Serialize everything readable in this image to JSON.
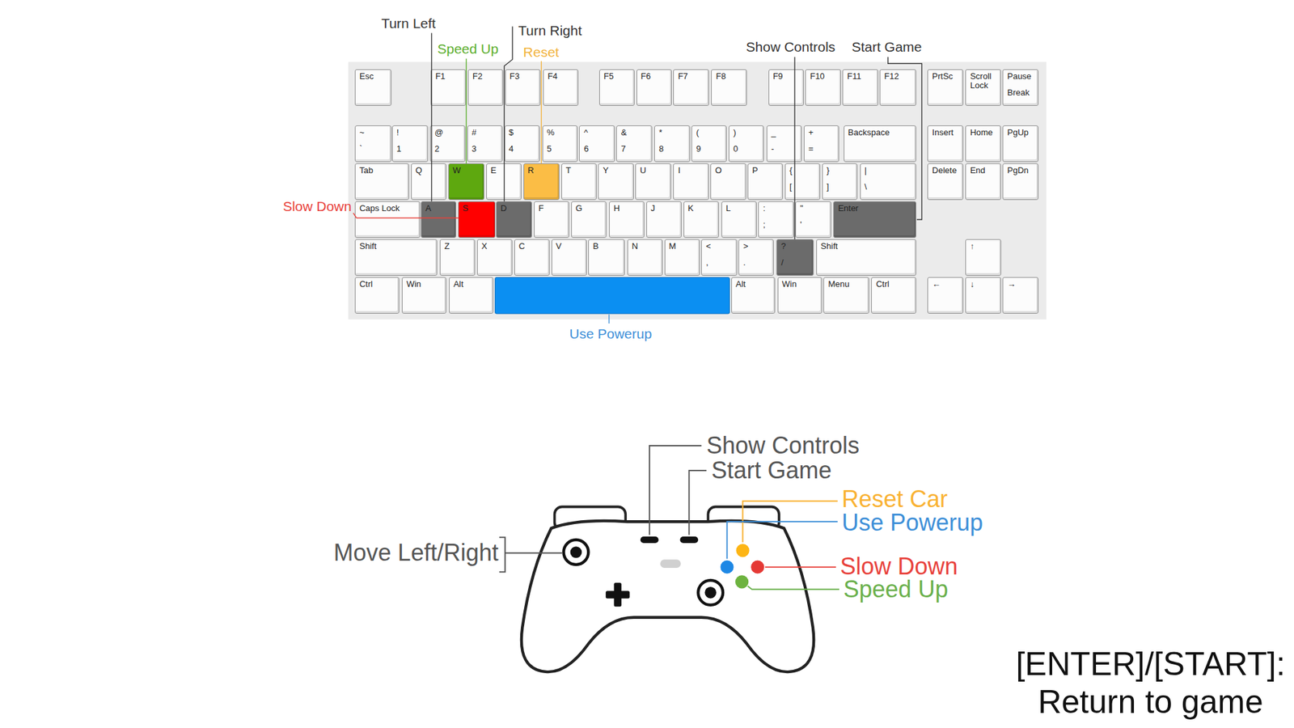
{
  "diagram": {
    "nodes": [
      {
        "text": [
          "Esc"
        ]
      },
      {
        "text": [
          "F1"
        ]
      },
      {
        "text": [
          "F2"
        ]
      },
      {
        "text": [
          "F3"
        ]
      },
      {
        "text": [
          "F4"
        ]
      },
      {
        "text": [
          "F5"
        ]
      },
      {
        "text": [
          "F6"
        ]
      },
      {
        "text": [
          "F7"
        ]
      },
      {
        "text": [
          "F8"
        ]
      },
      {
        "text": [
          "F9"
        ]
      },
      {
        "text": [
          "F10"
        ]
      },
      {
        "text": [
          "F11"
        ]
      },
      {
        "text": [
          "F12"
        ]
      },
      {
        "text": [
          "PrtSc"
        ]
      },
      {
        "text": [
          "Scroll Lock"
        ]
      },
      {
        "text": [
          "Pause",
          "Break"
        ]
      },
      {
        "text": [
          "~",
          "`"
        ]
      },
      {
        "text": [
          "!",
          "1"
        ]
      },
      {
        "text": [
          "@",
          "2"
        ]
      },
      {
        "text": [
          "#",
          "3"
        ]
      },
      {
        "text": [
          "$",
          "4"
        ]
      },
      {
        "text": [
          "%",
          "5"
        ]
      },
      {
        "text": [
          "^",
          "6"
        ]
      },
      {
        "text": [
          "&",
          "7"
        ]
      },
      {
        "text": [
          "*",
          "8"
        ]
      },
      {
        "text": [
          "(",
          "9"
        ]
      },
      {
        "text": [
          ")",
          "0"
        ]
      },
      {
        "text": [
          "_",
          "-"
        ]
      },
      {
        "text": [
          "+",
          "="
        ]
      },
      {
        "text": [
          "Backspace"
        ]
      },
      {
        "text": [
          "Insert"
        ]
      },
      {
        "text": [
          "Home"
        ]
      },
      {
        "text": [
          "PgUp"
        ]
      },
      {
        "text": [
          "Tab"
        ]
      },
      {
        "text": [
          "Q"
        ]
      },
      {
        "text": [
          "W"
        ]
      },
      {
        "text": [
          "E"
        ]
      },
      {
        "text": [
          "R"
        ]
      },
      {
        "text": [
          "T"
        ]
      },
      {
        "text": [
          "Y"
        ]
      },
      {
        "text": [
          "U"
        ]
      },
      {
        "text": [
          "I"
        ]
      },
      {
        "text": [
          "O"
        ]
      },
      {
        "text": [
          "P"
        ]
      },
      {
        "text": [
          "{",
          "["
        ]
      },
      {
        "text": [
          "}",
          "]"
        ]
      },
      {
        "text": [
          "|",
          "\\"
        ]
      },
      {
        "text": [
          "Delete"
        ]
      },
      {
        "text": [
          "End"
        ]
      },
      {
        "text": [
          "PgDn"
        ]
      },
      {
        "text": [
          "Caps Lock"
        ]
      },
      {
        "text": [
          "A"
        ]
      },
      {
        "text": [
          "S"
        ]
      },
      {
        "text": [
          "D"
        ]
      },
      {
        "text": [
          "F"
        ]
      },
      {
        "text": [
          "G"
        ]
      },
      {
        "text": [
          "H"
        ]
      },
      {
        "text": [
          "J"
        ]
      },
      {
        "text": [
          "K"
        ]
      },
      {
        "text": [
          "L"
        ]
      },
      {
        "text": [
          ":",
          ";"
        ]
      },
      {
        "text": [
          "\"",
          "'"
        ]
      },
      {
        "text": [
          "Enter"
        ]
      },
      {
        "text": [
          "Shift"
        ]
      },
      {
        "text": [
          "Z"
        ]
      },
      {
        "text": [
          "X"
        ]
      },
      {
        "text": [
          "C"
        ]
      },
      {
        "text": [
          "V"
        ]
      },
      {
        "text": [
          "B"
        ]
      },
      {
        "text": [
          "N"
        ]
      },
      {
        "text": [
          "M"
        ]
      },
      {
        "text": [
          "<",
          ","
        ]
      },
      {
        "text": [
          ">",
          "."
        ]
      },
      {
        "text": [
          "?",
          "/"
        ]
      },
      {
        "text": [
          "Shift"
        ]
      },
      {
        "text": [
          "↑"
        ]
      },
      {
        "text": [
          "Ctrl"
        ]
      },
      {
        "text": [
          "Win"
        ]
      },
      {
        "text": [
          "Alt"
        ]
      },
      {
        "text": [
          "Alt"
        ]
      },
      {
        "text": [
          "Win"
        ]
      },
      {
        "text": [
          "Menu"
        ]
      },
      {
        "text": [
          "Ctrl"
        ]
      },
      {
        "text": [
          "←"
        ]
      },
      {
        "text": [
          "↓"
        ]
      },
      {
        "text": [
          "→"
        ]
      }
    ],
    "labels": [
      "Turn Left",
      "Turn Right",
      "Speed Up",
      "Show Controls",
      "Start Game",
      "Reset",
      "Slow Down",
      "Use Powerup",
      "Show Controls",
      "Start Game",
      "Reset Car",
      "Use Powerup",
      "Move Left/Right",
      "Slow Down",
      "Speed Up",
      "[ENTER]/[START]: Return to game"
    ]
  }
}
